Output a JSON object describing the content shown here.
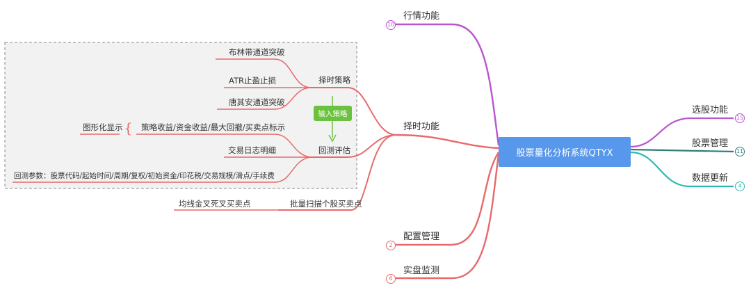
{
  "root": {
    "label": "股票量化分析系统QTYX"
  },
  "right_branches": {
    "stock_select": {
      "label": "选股功能",
      "count": "15"
    },
    "stock_manage": {
      "label": "股票管理",
      "count": "11"
    },
    "data_update": {
      "label": "数据更新",
      "count": "4"
    }
  },
  "left_branches": {
    "market": {
      "label": "行情功能",
      "count": "10"
    },
    "timing": {
      "label": "择时功能"
    },
    "config": {
      "label": "配置管理",
      "count": "2"
    },
    "realtime": {
      "label": "实盘监测",
      "count": "6"
    }
  },
  "timing_children": {
    "strategy": {
      "label": "择时策略"
    },
    "strategy_items": [
      "布林带通道突破",
      "ATR止盈止损",
      "唐其安通道突破"
    ],
    "input_strategy": "输入策略",
    "backtest": {
      "label": "回测评估"
    },
    "backtest_items": {
      "metrics": "策略收益/资金收益/最大回撤/买卖点标示",
      "graphic": "图形化显示",
      "log": "交易日志明细",
      "params": "回测参数：股票代码/起始时间/周期/复权/初始资金/印花税/交易规模/滑点/手续费"
    },
    "batch_scan": {
      "label": "批量扫描个股买卖点"
    },
    "batch_item": "均线金叉死叉买卖点"
  },
  "colors": {
    "red": "#e8696b",
    "purple": "#b955cf",
    "teal": "#2f7d7b",
    "cyan": "#2dbab0",
    "blue": "#5797ec",
    "green": "#6ac23e"
  }
}
